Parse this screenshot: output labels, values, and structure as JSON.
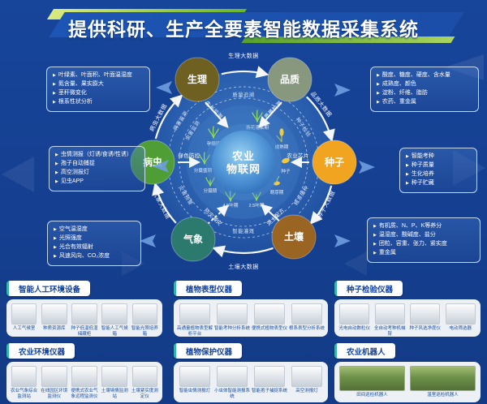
{
  "banner": {
    "title": "提供科研、生产全要素智能数据采集系统"
  },
  "hub": {
    "line1": "农业",
    "line2": "物联网"
  },
  "nodes": [
    {
      "label": "生理",
      "color": "#6e6020"
    },
    {
      "label": "品质",
      "color": "#87987f"
    },
    {
      "label": "种子",
      "color": "#f1a41f"
    },
    {
      "label": "土壤",
      "color": "#9a6422"
    },
    {
      "label": "气象",
      "color": "#2c7a6e"
    },
    {
      "label": "病虫",
      "color": "#4f9e35"
    }
  ],
  "arcs": {
    "outer": [
      "生理大数据",
      "品质大数据",
      "种子大数据",
      "土壤大数据",
      "气象大数据",
      "病虫大数据"
    ],
    "inner": [
      "质量追溯",
      "种子检验",
      "精准播种",
      "智能灌溉",
      "灾害预警",
      "病害监测",
      "虫害监测"
    ]
  },
  "spokes": [
    "生长监测",
    "质量检测",
    "农业芯片",
    "测土配方",
    "防灾减灾",
    "绿色防控"
  ],
  "stages": [
    "种子",
    "萌芽期",
    "2.5叶期",
    "4.5叶期",
    "分蘖期",
    "分蘖盛期",
    "孕穗期",
    "扬花灌浆期",
    "成熟期"
  ],
  "side_boxes": {
    "physiology": {
      "items": [
        "叶绿素、叶面积、叶面温湿度",
        "氮含量、果实膨大",
        "茎秆微变化",
        "根系性状分析"
      ]
    },
    "pest": {
      "items": [
        "虫情测报（灯诱/食诱/性诱）",
        "孢子自动捕捉",
        "高空测报灯",
        "见虫APP"
      ]
    },
    "weather": {
      "items": [
        "空气温湿度",
        "光照强度",
        "光合有效辐射",
        "风速风向、CO₂浓度"
      ]
    },
    "quality": {
      "items": [
        "酸度、糖度、硬度、含水量",
        "成熟度、颜色",
        "淀粉、纤维、脂肪",
        "农药、重金属"
      ]
    },
    "seed": {
      "items": [
        "智能考种",
        "种子质量",
        "生化培养",
        "种子贮藏"
      ]
    },
    "soil": {
      "items": [
        "有机质、N、P、K等养分",
        "温湿度、酸碱度、盐分",
        "团粒、容重、张力、紧实度",
        "重金属"
      ]
    }
  },
  "panels": [
    {
      "title": "智能人工环境设备",
      "products": [
        "人工气候室",
        "种质资源库",
        "种子低温低湿储藏柜",
        "智能人工气候箱",
        "智能光照培养箱"
      ]
    },
    {
      "title": "植物表型仪器",
      "products": [
        "高通量植物表型解析平台",
        "智能考种分析系统",
        "便携式植物表型仪",
        "根系表型分析系统"
      ]
    },
    {
      "title": "种子检验仪器",
      "products": [
        "光电自动数粒仪",
        "全自动考种机械臂",
        "种子风选净度仪",
        "电动筛选器"
      ]
    },
    {
      "title": "农业环境仪器",
      "products": [
        "农业气象综合监测站",
        "在线园区环境监测仪",
        "便携式农业气象远程监测仪",
        "土壤墒情监测站",
        "土壤紧实度测定仪"
      ]
    },
    {
      "title": "植物保护仪器",
      "products": [
        "智能虫情测报灯",
        "小虫体智能测报系统",
        "智能孢子捕捉系统",
        "高空测报灯"
      ]
    },
    {
      "title": "农业机器人",
      "products": [
        "田间巡检机器人",
        "温室巡检机器人"
      ]
    }
  ],
  "colors": {
    "accent_green": "#8dc63f",
    "deep_blue": "#17459a",
    "hub_blue": "#5298d8"
  }
}
